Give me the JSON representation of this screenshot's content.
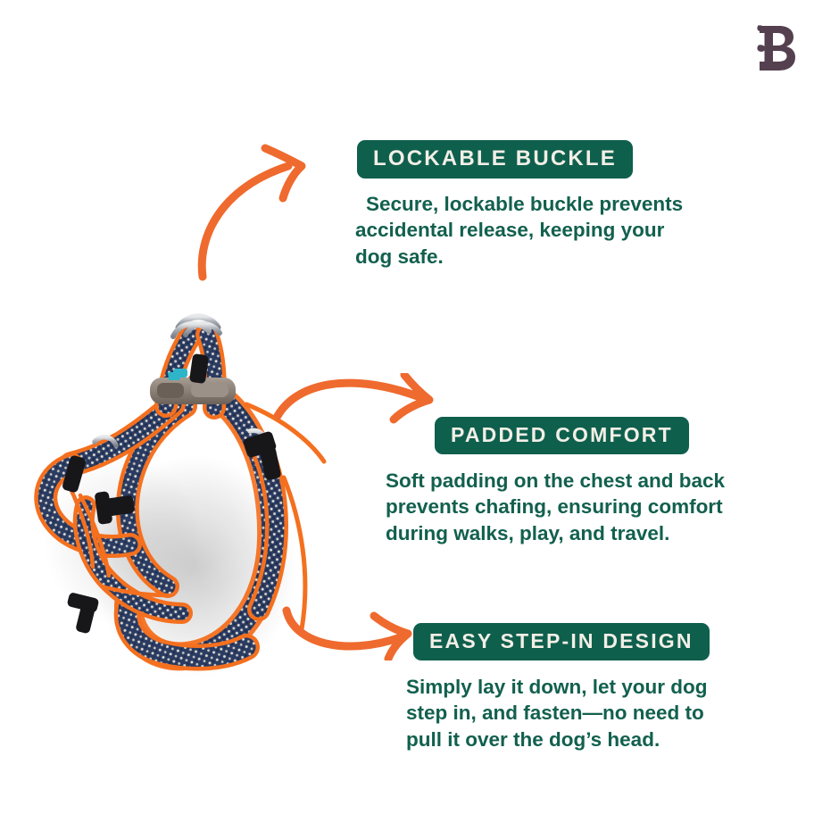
{
  "brand": {
    "logo_letter": "B",
    "logo_color": "#54404f"
  },
  "theme": {
    "badge_bg": "#0f5f4d",
    "badge_text": "#f2efe6",
    "body_text": "#12604e",
    "arrow": "#ef6a2e",
    "background": "#ffffff"
  },
  "features": [
    {
      "id": "lockable-buckle",
      "badge": "LOCKABLE BUCKLE",
      "description": "Secure, lockable buckle prevents\naccidental release, keeping your\ndog safe."
    },
    {
      "id": "padded-comfort",
      "badge": "PADDED COMFORT",
      "description": "Soft padding on the chest and back\nprevents chafing, ensuring comfort\nduring walks, play, and travel."
    },
    {
      "id": "easy-step-in-design",
      "badge": "EASY STEP-IN DESIGN",
      "description": "Simply lay it down, let your dog\nstep in, and fasten—no need to\npull it over the dog’s head."
    }
  ],
  "product": {
    "name": "dog-harness",
    "webbing_color": "#2b3c63",
    "webbing_speckle": "#d8d5cd",
    "trim_color": "#f4701f",
    "hardware_black": "#17171a",
    "hardware_metal": "#b9bcc2",
    "buckle_body": "#8d8279",
    "buckle_accent": "#2fb5c9"
  }
}
